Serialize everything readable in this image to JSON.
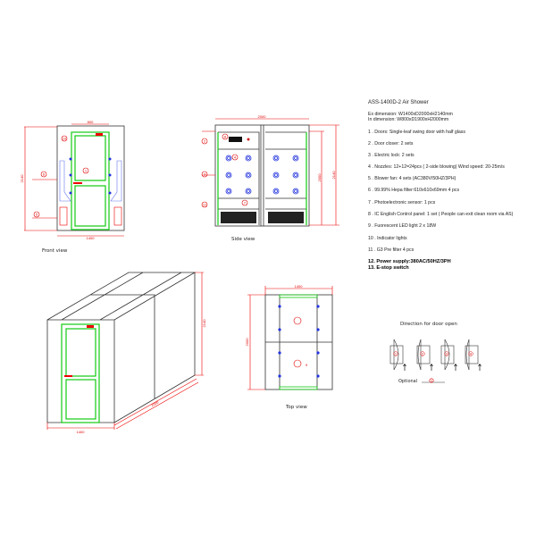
{
  "title": "ASS-1400D-2  Air Shower",
  "ex_dimension": "Ex dimension: W1400xD2000xH2140mm",
  "in_dimension": "In dimension: W800xD1900xH2000mm",
  "specs": [
    "1  .  Doors: Single-leaf swing door with half glass",
    "2  .  Door closer: 2 sets",
    "3  .  Electric lock: 2 sets",
    "4  .  Nozzles: 12+12=24pcs ( 2-side blowing)  Wind speed: 20-25m/s",
    "5  .  Blower fan:  4 sets  (AC380V/50HZ/3PH)",
    "6  .  99.99% Hepa filter:610x610x69mm 4 pcs",
    "7  .  Photoelectronic sensor: 1 pcs",
    "8  .  IC English Control  panel: 1 set   ( People can exit clean room via AS)",
    "9  .  Fuorescent LED light  2 x 18W",
    "10  . Indicator lights",
    "11  . G3 Pre filter  4 pcs",
    "12.  Power supply:380AC/50HZ/3PH",
    "13. E-stop switch"
  ],
  "views": {
    "front": {
      "label": "Front view",
      "width_door": "800",
      "height": "2140",
      "width": "1400",
      "callouts": [
        "10",
        "1",
        "6",
        "5"
      ]
    },
    "side": {
      "label": "Side view",
      "depth": "2000",
      "inner_height": "2000",
      "height": "2140",
      "callouts": [
        "2",
        "8",
        "4",
        "3",
        "7",
        "11"
      ]
    },
    "iso": {
      "width": "1400",
      "depth": "2000",
      "height": "2140"
    },
    "top": {
      "label": "Top view",
      "width": "1400",
      "depth": "2000",
      "callouts": [
        "9"
      ]
    },
    "door_direction": {
      "label": "Direction for door open",
      "options": [
        "1",
        "2",
        "3",
        "4"
      ],
      "optional_label": "Optional",
      "optional_value": "1"
    }
  },
  "colors": {
    "outline": "#333333",
    "door": "#11cc11",
    "dimension": "#dd0000",
    "nozzle": "#2233dd"
  }
}
